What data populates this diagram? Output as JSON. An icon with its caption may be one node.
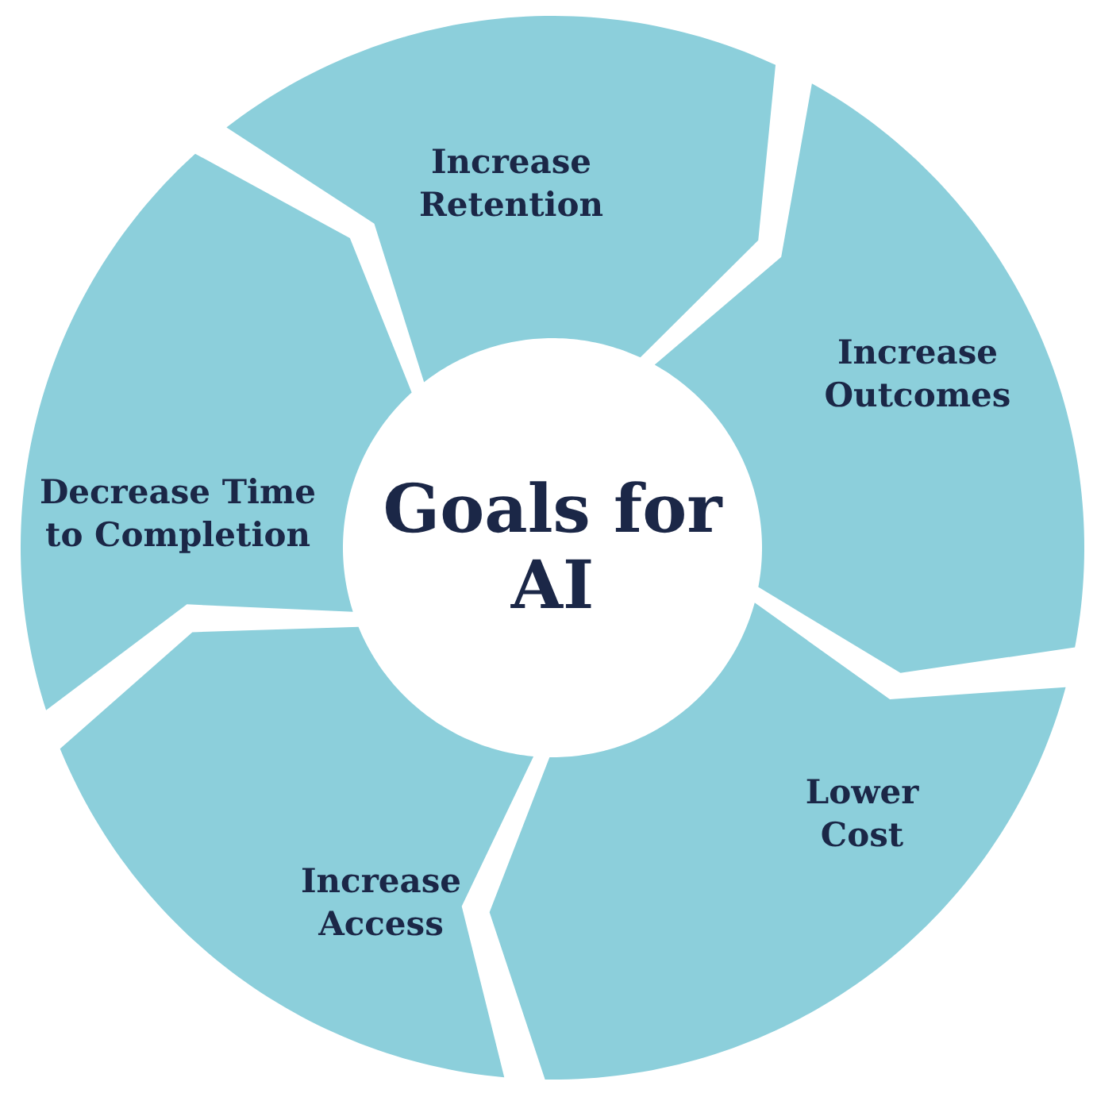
{
  "diagram": {
    "nodes": [
      {
        "text": [
          "Goals for AI"
        ]
      },
      {
        "text": [
          "Increase Retention"
        ]
      },
      {
        "text": [
          "Increase Outcomes"
        ]
      },
      {
        "text": [
          "Lower Cost"
        ]
      },
      {
        "text": [
          "Increase Access"
        ]
      },
      {
        "text": [
          "Decrease Time to Completion"
        ]
      }
    ]
  }
}
